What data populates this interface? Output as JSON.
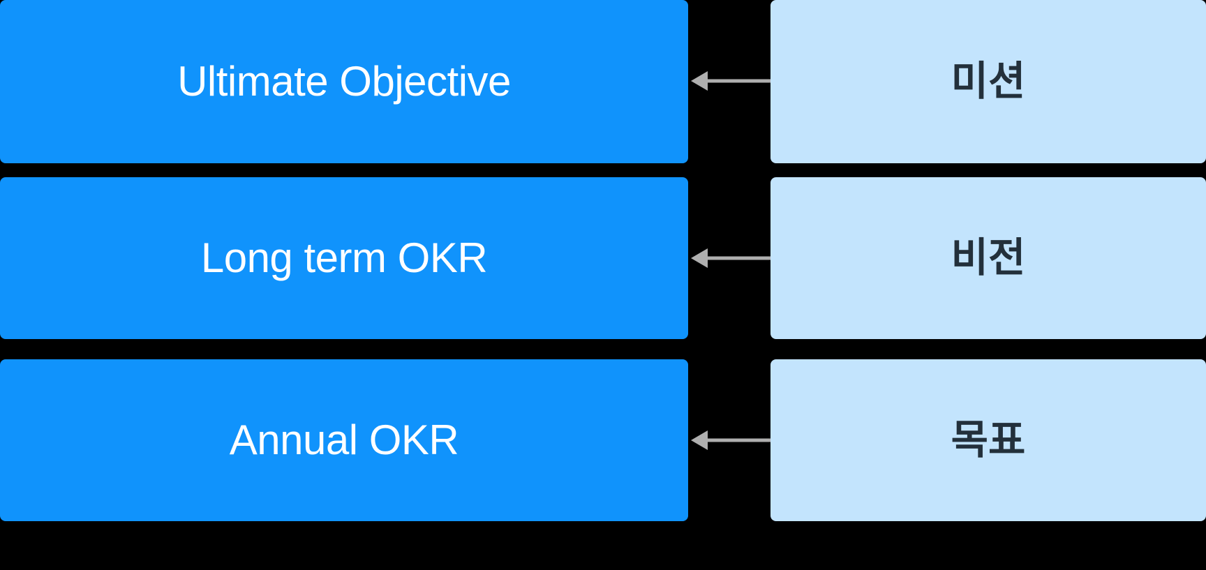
{
  "diagram": {
    "type": "flow",
    "background_color": "#000000",
    "left_column_color": "#1093FC",
    "right_column_color": "#C3E4FD",
    "left_text_color": "#FFFFFF",
    "right_text_color": "#23303B",
    "connector_color": "#AFAFAF",
    "rows": [
      {
        "left_label": "Ultimate Objective",
        "right_label": "미션",
        "arrow_direction": "left"
      },
      {
        "left_label": "Long term OKR",
        "right_label": "비전",
        "arrow_direction": "left"
      },
      {
        "left_label": "Annual OKR",
        "right_label": "목표",
        "arrow_direction": "left"
      }
    ]
  }
}
